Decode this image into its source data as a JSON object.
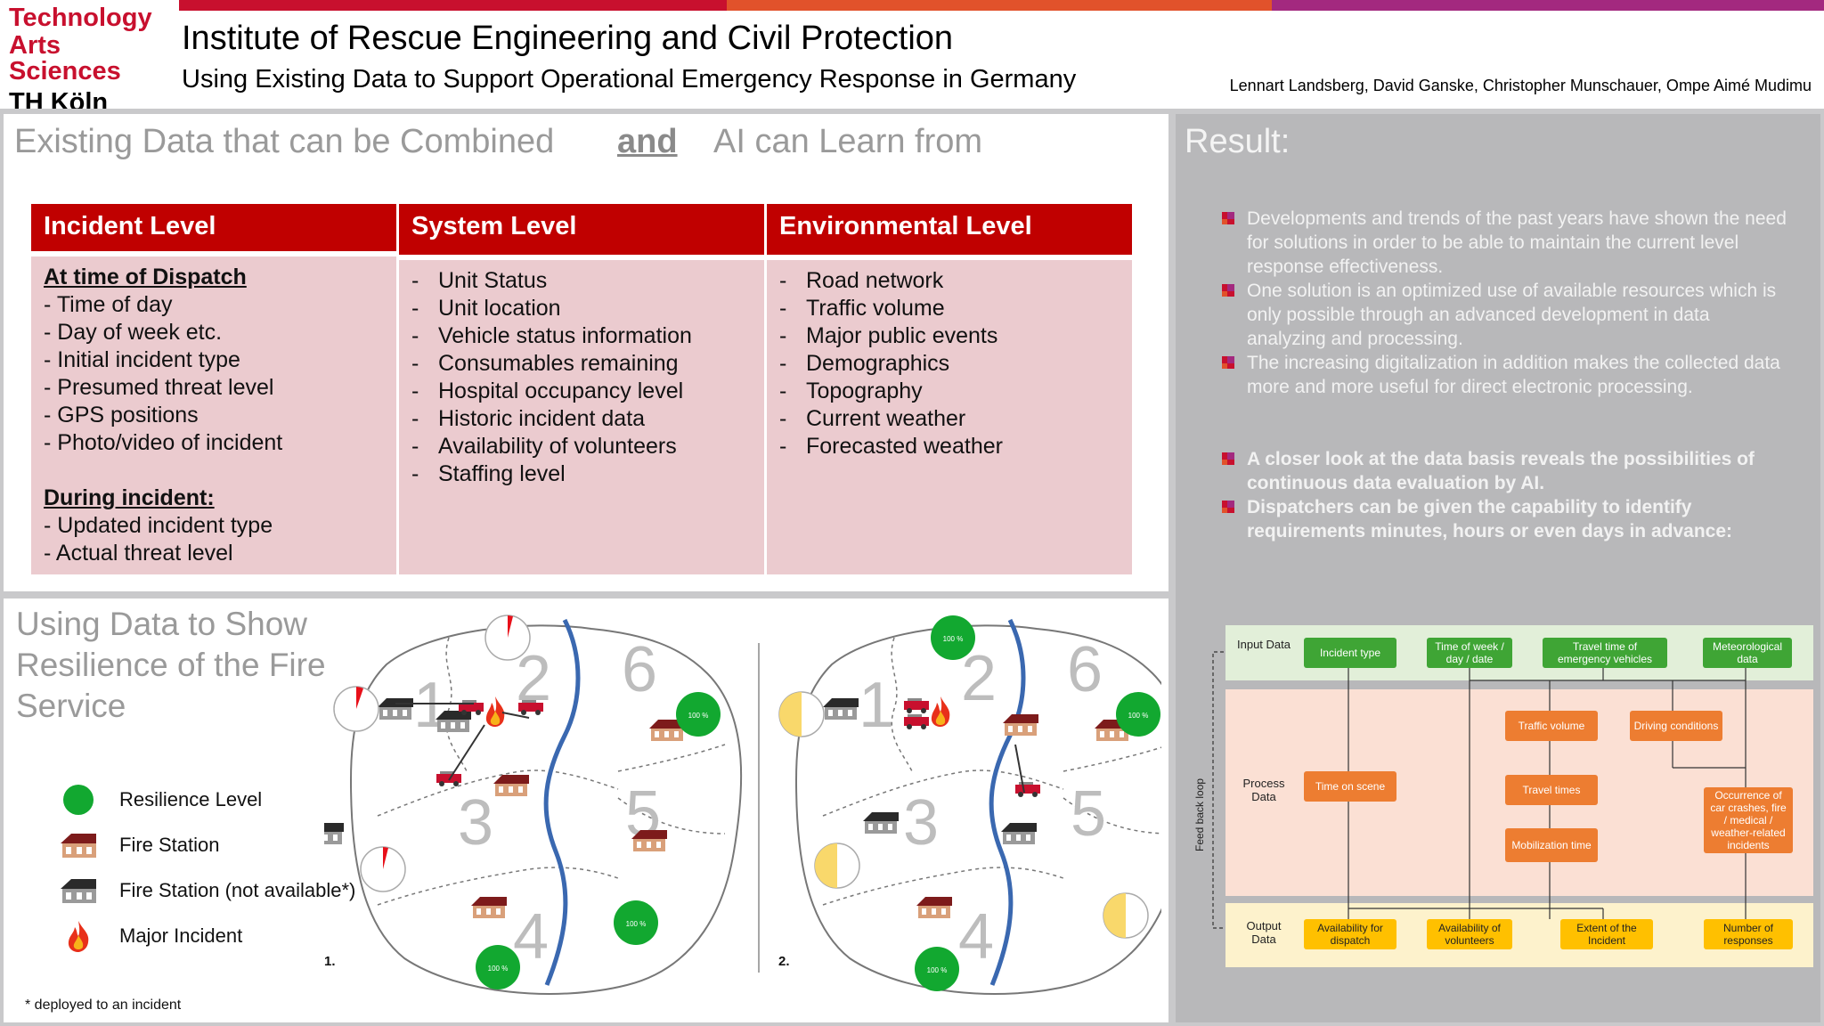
{
  "header": {
    "logo_line1": "Technology",
    "logo_line2": "Arts Sciences",
    "logo_line3": "TH Köln",
    "institute": "Institute of Rescue Engineering and Civil Protection",
    "subtitle": "Using Existing Data to Support Operational Emergency Response in Germany",
    "authors": "Lennart Landsberg, David Ganske, Christopher Munschauer, Ompe Aimé Mudimu",
    "bar_colors": [
      "#c8102e",
      "#e1522b",
      "#a3297f"
    ]
  },
  "data_section": {
    "title_left": "Existing Data that can be Combined",
    "title_and": "and",
    "title_right": "AI can Learn from",
    "columns": [
      {
        "header": "Incident Level",
        "sub1": "At time of Dispatch",
        "items1": [
          "- Time of day",
          "- Day of week etc.",
          "- Initial incident type",
          "- Presumed threat level",
          "- GPS positions",
          "- Photo/video of incident"
        ],
        "sub2": "During incident:",
        "items2": [
          "- Updated incident type",
          "- Actual threat level"
        ]
      },
      {
        "header": "System Level",
        "items": [
          "Unit Status",
          "Unit location",
          "Vehicle status information",
          "Consumables remaining",
          "Hospital occupancy level",
          "Historic incident data",
          "Availability of volunteers",
          "Staffing level"
        ]
      },
      {
        "header": "Environmental Level",
        "items": [
          "Road network",
          "Traffic volume",
          "Major public events",
          "Demographics",
          "Topography",
          "Current weather",
          "Forecasted weather"
        ]
      }
    ],
    "colors": {
      "header_red": "#c00000",
      "cell_pink": "#ebcbcf"
    }
  },
  "resilience": {
    "title": "Using Data to Show Resilience of the Fire Service",
    "legend": [
      {
        "icon": "green-circle-icon",
        "label": "Resilience Level"
      },
      {
        "icon": "fire-station-icon",
        "label": "Fire Station"
      },
      {
        "icon": "fire-station-grey-icon",
        "label": "Fire Station (not available*)"
      },
      {
        "icon": "flame-icon",
        "label": "Major Incident"
      }
    ],
    "footnote": "* deployed to an incident",
    "map1_label": "1.",
    "map2_label": "2.",
    "district_numbers": [
      "1",
      "2",
      "3",
      "4",
      "5",
      "6"
    ],
    "percent_label": "100 %"
  },
  "result": {
    "title": "Result:",
    "bullets": [
      "Developments and trends of the past years have shown the need for solutions in order to be able to maintain the current level response effectiveness.",
      "One solution is an optimized use of available resources which is only possible through an advanced development in data analyzing and processing.",
      "The increasing digitalization in addition makes the collected data more and more useful for direct electronic processing."
    ],
    "bold_bullets": [
      "A closer look at the data basis reveals the possibilities of continuous data evaluation by AI.",
      "Dispatchers can be given the capability to identify requirements minutes, hours or even days in advance:"
    ],
    "flow": {
      "feedback_label": "Feed back loop",
      "input_label": "Input Data",
      "process_label": "Process Data",
      "output_label": "Output Data",
      "inputs": [
        "Incident type",
        "Time of week / day / date",
        "Travel time of emergency vehicles",
        "Meteorological data"
      ],
      "process": [
        "Traffic volume",
        "Driving conditions",
        "Time on scene",
        "Travel times",
        "Mobilization time",
        "Occurrence of car crashes, fire / medical / weather-related incidents"
      ],
      "outputs": [
        "Availability for dispatch",
        "Availability of volunteers",
        "Extent of the Incident",
        "Number of responses"
      ]
    }
  }
}
